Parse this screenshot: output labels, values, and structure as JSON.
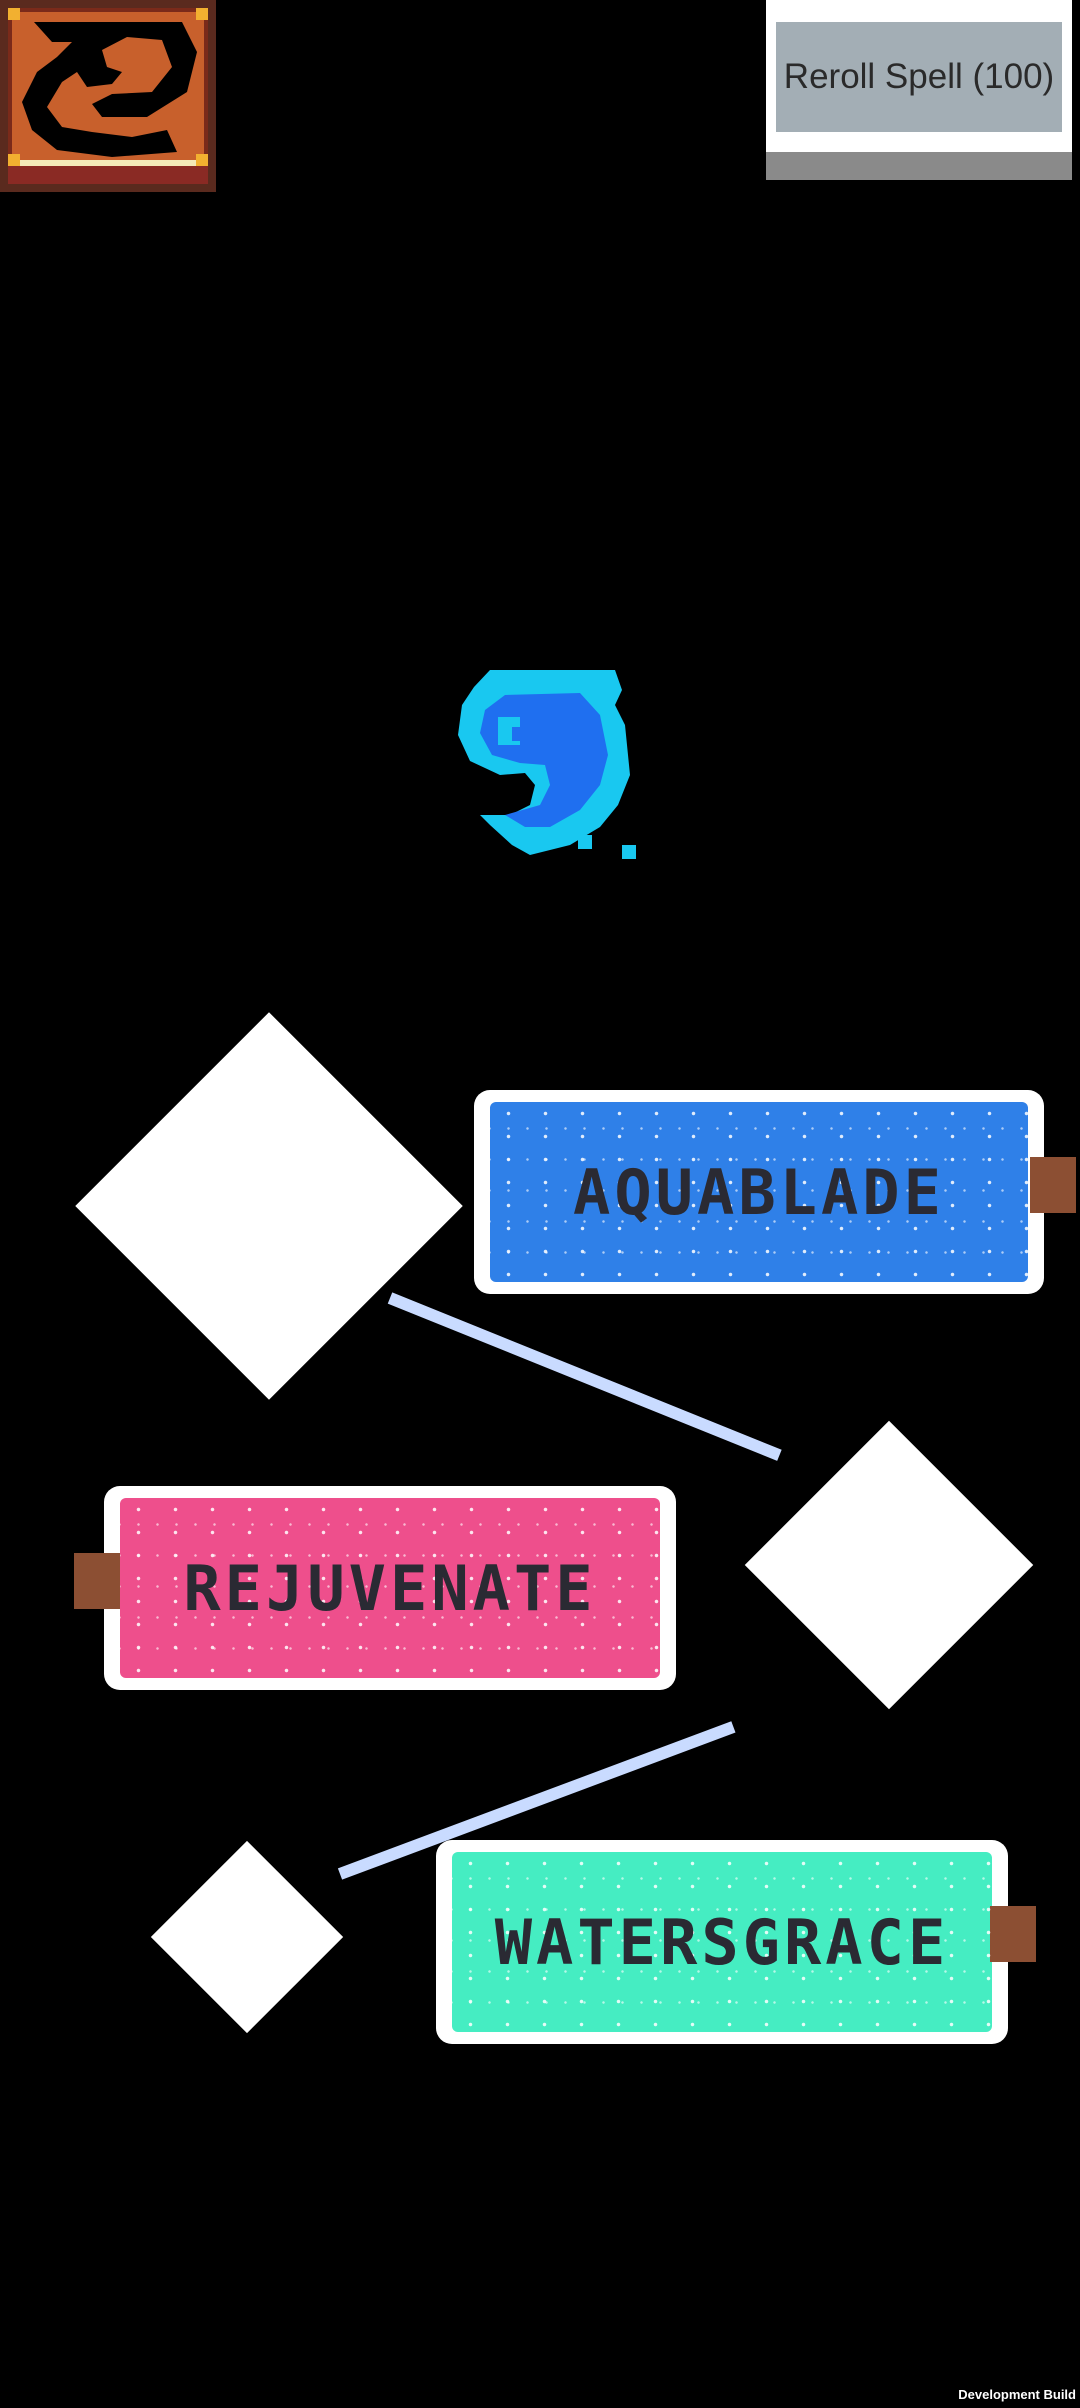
{
  "hud": {
    "reroll_label": "Reroll Spell (100)",
    "spellbook_icon": "spellbook-icon"
  },
  "spell": {
    "icon": "water-drop-icon"
  },
  "spells": [
    {
      "name": "AQUABLADE",
      "color": "#2f80e8"
    },
    {
      "name": "REJUVENATE",
      "color": "#ee4f8c"
    },
    {
      "name": "WATERSGRACE",
      "color": "#45edc2"
    }
  ],
  "footer": {
    "build_label": "Development Build"
  }
}
